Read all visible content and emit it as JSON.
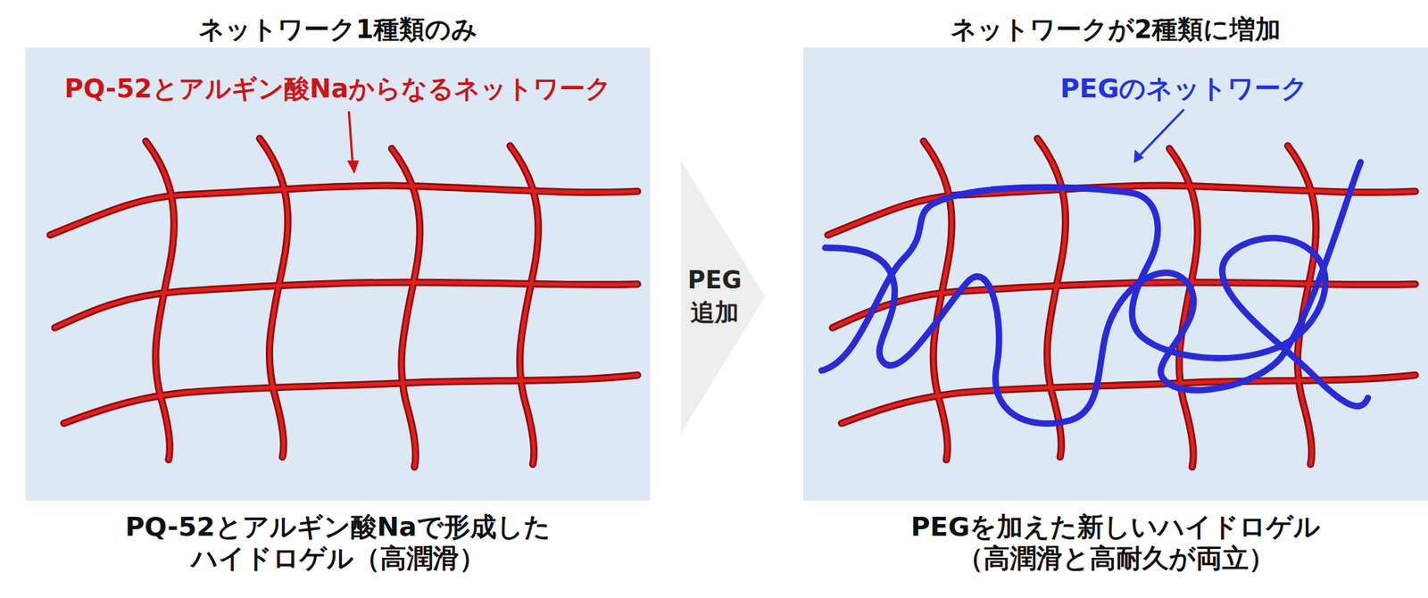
{
  "diagram": {
    "nodes": [
      {
        "text": [
          "ネットワーク1種類のみ",
          "PQ-52とアルギン酸Naからなるネットワーク",
          "PQ-52とアルギン酸Naで形成した ハイドロゲル（高潤滑）"
        ]
      },
      {
        "text": [
          "ネットワークが2種類に増加",
          "PEGのネットワーク",
          "PEGを加えた新しいハイドロゲル （高潤滑と高耐久が両立）"
        ]
      }
    ],
    "edges": [
      {
        "from": 0,
        "to": 1,
        "arrow": "to",
        "label": "PEG 追加"
      }
    ]
  }
}
